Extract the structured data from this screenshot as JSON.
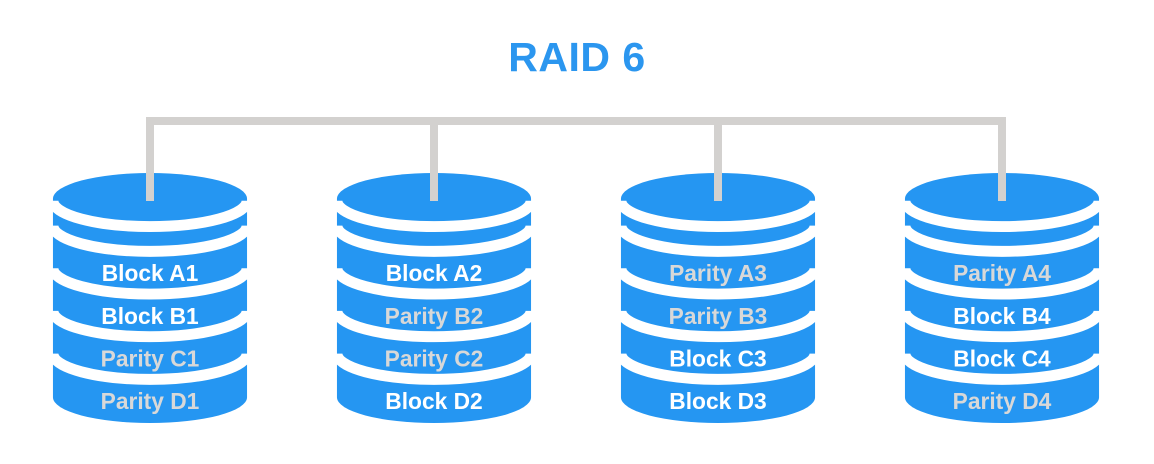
{
  "title": "RAID 6",
  "colors": {
    "disk_blue": "#2596f2",
    "title_blue": "#2b96ef",
    "connector_gray": "#d3d1cf",
    "block_label": "#ffffff",
    "parity_label": "#d8d8d8",
    "background": "#ffffff"
  },
  "disks": [
    {
      "id": "disk-1",
      "slots": [
        {
          "label": "Block A1",
          "type": "block"
        },
        {
          "label": "Block B1",
          "type": "block"
        },
        {
          "label": "Parity C1",
          "type": "parity"
        },
        {
          "label": "Parity D1",
          "type": "parity"
        }
      ]
    },
    {
      "id": "disk-2",
      "slots": [
        {
          "label": "Block A2",
          "type": "block"
        },
        {
          "label": "Parity B2",
          "type": "parity"
        },
        {
          "label": "Parity C2",
          "type": "parity"
        },
        {
          "label": "Block D2",
          "type": "block"
        }
      ]
    },
    {
      "id": "disk-3",
      "slots": [
        {
          "label": "Parity A3",
          "type": "parity"
        },
        {
          "label": "Parity B3",
          "type": "parity"
        },
        {
          "label": "Block C3",
          "type": "block"
        },
        {
          "label": "Block D3",
          "type": "block"
        }
      ]
    },
    {
      "id": "disk-4",
      "slots": [
        {
          "label": "Parity A4",
          "type": "parity"
        },
        {
          "label": "Block B4",
          "type": "block"
        },
        {
          "label": "Block C4",
          "type": "block"
        },
        {
          "label": "Parity D4",
          "type": "parity"
        }
      ]
    }
  ]
}
